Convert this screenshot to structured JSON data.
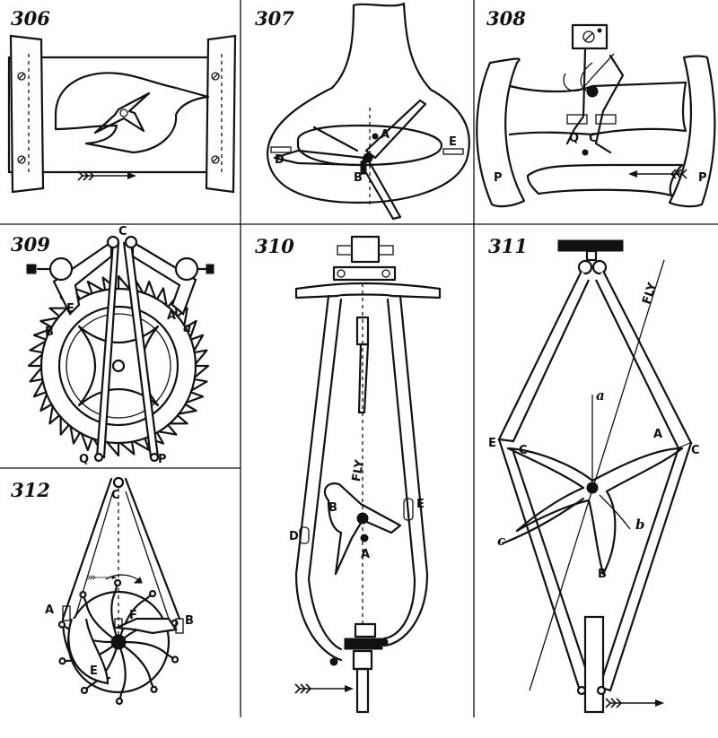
{
  "figures": [
    {
      "number": "306",
      "labels": []
    },
    {
      "number": "307",
      "labels": [
        "A",
        "B",
        "D",
        "E"
      ]
    },
    {
      "number": "308",
      "labels": [
        "P",
        "P",
        "Q",
        "C"
      ]
    },
    {
      "number": "309",
      "labels": [
        "C",
        "A",
        "B",
        "a",
        "E",
        "Q",
        "P"
      ]
    },
    {
      "number": "310",
      "labels": [
        "B",
        "E",
        "D",
        "A",
        "FLY"
      ]
    },
    {
      "number": "311",
      "labels": [
        "a",
        "E",
        "C",
        "A",
        "C",
        "b",
        "c",
        "B",
        "FLY"
      ]
    },
    {
      "number": "312",
      "labels": [
        "C",
        "A",
        "B",
        "F",
        "E"
      ]
    }
  ]
}
